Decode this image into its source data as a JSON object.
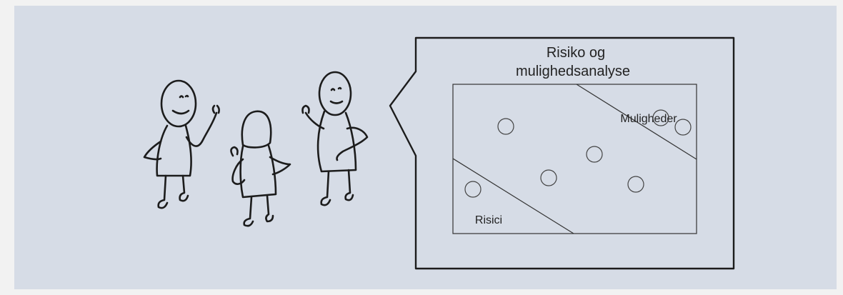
{
  "bubble": {
    "title_line1": "Risiko og",
    "title_line2": "mulighedsanalyse"
  },
  "chart": {
    "label_opportunities": "Muligheder",
    "label_risks": "Risici",
    "points": 7
  }
}
